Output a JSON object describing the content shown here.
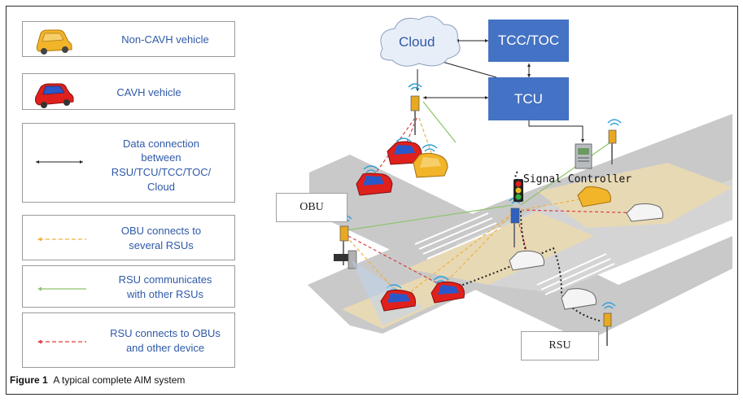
{
  "legend": {
    "non_cavh": "Non-CAVH vehicle",
    "cavh": "CAVH vehicle",
    "data_connection": [
      "Data connection",
      "between",
      "RSU/TCU/TCC/TOC/",
      "Cloud"
    ],
    "obu_connects": [
      "OBU connects to",
      "several RSUs"
    ],
    "rsu_communicates": [
      "RSU communicates",
      "with other RSUs"
    ],
    "rsu_connects": [
      "RSU connects to OBUs",
      "and other device"
    ]
  },
  "nodes": {
    "cloud": "Cloud",
    "tcc_toc": "TCC/TOC",
    "tcu": "TCU",
    "signal_controller": "Signal Controller",
    "obu": "OBU",
    "rsu": "RSU"
  },
  "caption": {
    "figure_label": "Figure 1",
    "text": "A typical complete AIM system"
  },
  "colors": {
    "node_blue": "#4472c4",
    "legend_text": "#2f5aa8",
    "road": "#c8c8c8",
    "intersection": "#e8d9b5",
    "cavh_red": "#e0201c",
    "non_cavh_yellow": "#f2b428",
    "obu_link": "#f0b040",
    "rsu_link": "#8cc46a",
    "rsu_obu_link": "#d84040"
  }
}
